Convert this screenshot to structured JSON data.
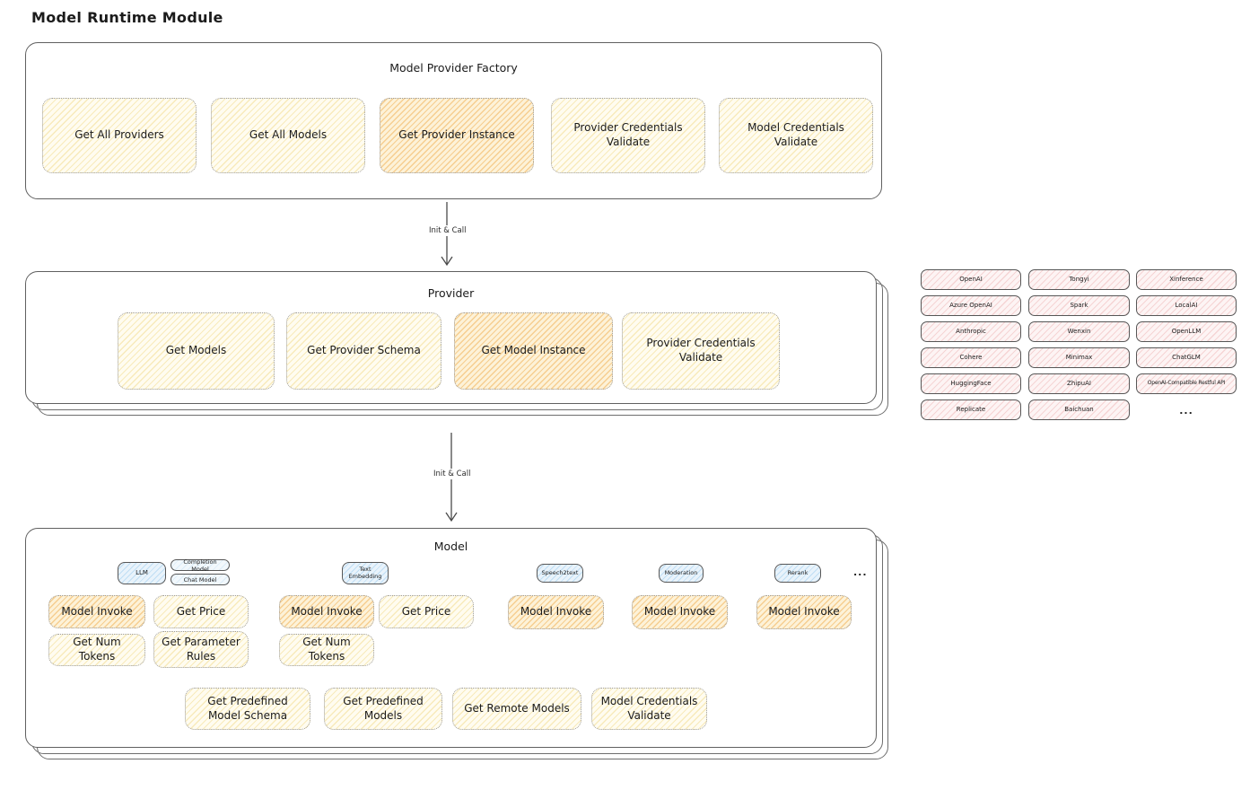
{
  "page_title": "Model Runtime Module",
  "arrows": {
    "init_call": "Init & Call"
  },
  "factory": {
    "title": "Model Provider Factory",
    "boxes": [
      {
        "label": "Get All Providers",
        "highlight": false
      },
      {
        "label": "Get All Models",
        "highlight": false
      },
      {
        "label": "Get Provider Instance",
        "highlight": true
      },
      {
        "label": "Provider Credentials Validate",
        "highlight": false
      },
      {
        "label": "Model Credentials Validate",
        "highlight": false
      }
    ]
  },
  "provider": {
    "title": "Provider",
    "boxes": [
      {
        "label": "Get Models",
        "highlight": false
      },
      {
        "label": "Get Provider Schema",
        "highlight": false
      },
      {
        "label": "Get Model Instance",
        "highlight": true
      },
      {
        "label": "Provider Credentials Validate",
        "highlight": false
      }
    ]
  },
  "provider_list": {
    "items": [
      "OpenAI",
      "Tongyi",
      "Xinference",
      "Azure OpenAI",
      "Spark",
      "LocalAI",
      "Anthropic",
      "Wenxin",
      "OpenLLM",
      "Cohere",
      "Minimax",
      "ChatGLM",
      "HuggingFace",
      "ZhipuAI",
      "OpenAI-Compatible Restful API",
      "Replicate",
      "Baichuan"
    ],
    "more": "..."
  },
  "model": {
    "title": "Model",
    "tags": {
      "llm": "LLM",
      "completion": "Completion Model",
      "chat": "Chat Model",
      "text_embedding": "Text Embedding",
      "speech2text": "Speech2text",
      "moderation": "Moderation",
      "rerank": "Rerank",
      "more": "..."
    },
    "functions": {
      "model_invoke": "Model Invoke",
      "get_price": "Get Price",
      "get_num_tokens": "Get Num Tokens",
      "get_parameter_rules": "Get Parameter Rules",
      "get_predefined_model_schema": "Get Predefined Model Schema",
      "get_predefined_models": "Get Predefined Models",
      "get_remote_models": "Get Remote Models",
      "model_credentials_validate": "Model Credentials Validate"
    }
  },
  "colors": {
    "yellow_fill": "#f2d886",
    "orange_highlight": "#f0b056",
    "pink_fill": "#e9a0a0",
    "blue_tag": "#8cc3eb",
    "outline": "#606060"
  }
}
